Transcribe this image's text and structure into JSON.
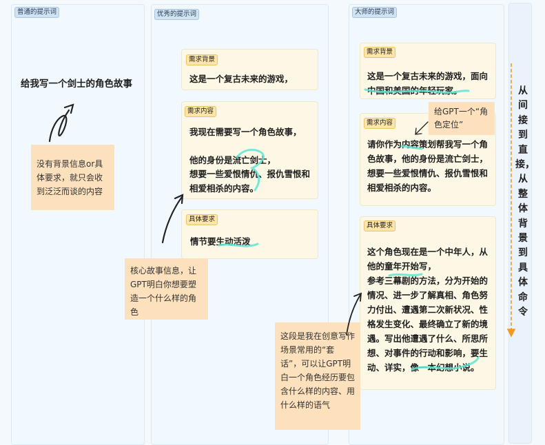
{
  "columns": {
    "ordinary": {
      "tag": "普通的提示词"
    },
    "excellent": {
      "tag": "优秀的提示词"
    },
    "master": {
      "tag": "大师的提示词"
    }
  },
  "ordinary": {
    "prompt": "给我写一个剑士的角色故事",
    "note": "没有背景信息or具体要求，就只会收到泛泛而谈的内容"
  },
  "excellent": {
    "bg_tag": "需求背景",
    "bg_text": "这是一个复古未来的游戏，",
    "content_tag": "需求内容",
    "content_line1": "我现在需要写一个角色故事，",
    "content_line2_pre": "他的身份是",
    "content_line2_hl": "流亡剑士",
    "content_line2_post": "，",
    "content_line3": "想要一些爱恨情仇、报仇雪恨和相爱相杀的内容。",
    "req_tag": "具体要求",
    "req_pre": "情节要",
    "req_hl": "生动活泼",
    "note": "核心故事信息，让GPT明白你想要塑造一个什么样的角色"
  },
  "master": {
    "bg_tag": "需求背景",
    "bg_text": "这是一个复古未来的游戏，面向中国和美国的年轻玩家。",
    "content_tag": "需求内容",
    "content_pre": "请你作为",
    "content_hl": "内容策划",
    "content_post": "帮我写一个角色故事，他的身份是流亡剑士，想要一些爱恨情仇、报仇雪恨和相爱相杀的内容。",
    "gpt_note": "给GPT一个“角色定位”",
    "req_tag": "具体要求",
    "req_text1": "这个角色现在是一个中年人，从他的童年开始写，",
    "req_text2_pre": "参考",
    "req_text2_hl": "三幕剧",
    "req_text2_post": "的方法，分为开始的情况、进一步了解真相、角色努力付出、遭遇第二次新状况、性格发生变化、最终确立了新的境遇。写出他遭遇了什么、所思所想、对事件的行动和影响，要生动、详实，",
    "req_text3_hl": "像一本幻想小说。",
    "note": "这段是我在创意写作场景常用的“套话”，可以让GPT明白一个角色经历要包含什么样的内容、用什么样的语气"
  },
  "side_label": "从间接到直接，从整体背景到具体命令",
  "colors": {
    "accent_cyan": "#5ee5d6",
    "arrow_orange": "#f19a1e",
    "note_bg": "#fde1bd",
    "card_bg": "#fdf8e6"
  }
}
